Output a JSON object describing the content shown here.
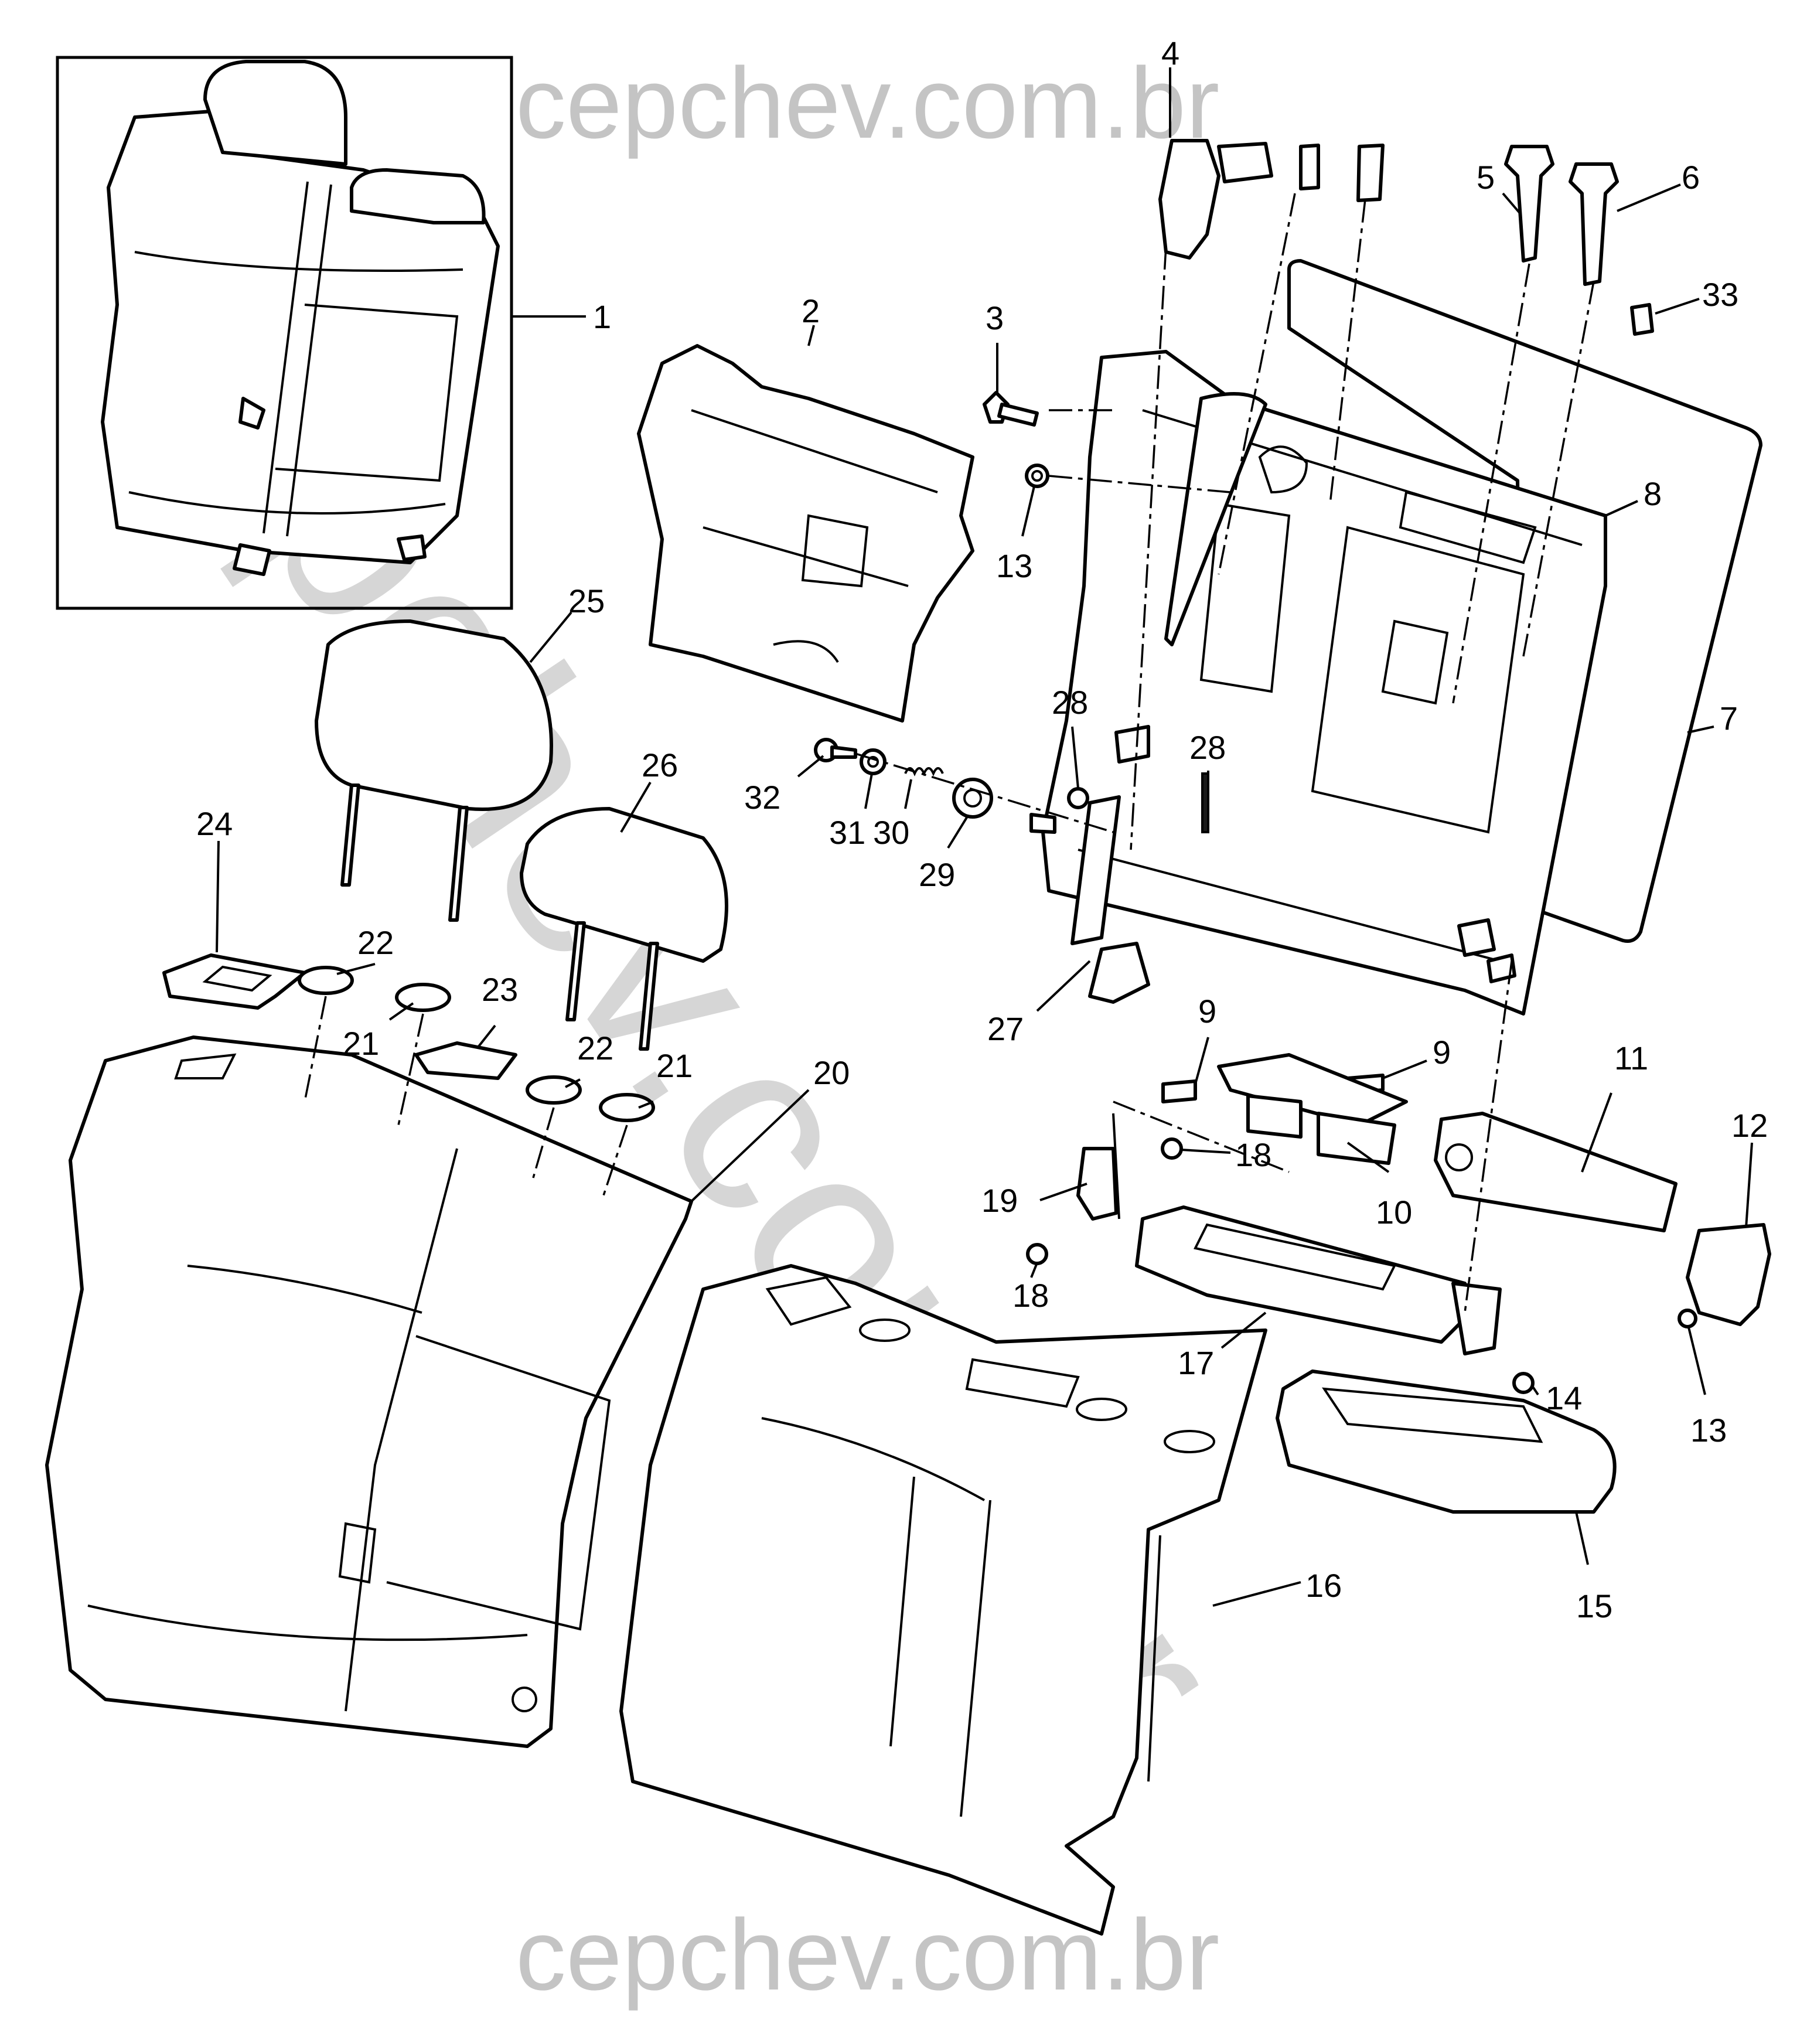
{
  "watermarks": {
    "top": "cepchev.com.br",
    "bottom": "cepchev.com.br",
    "diagonal": "cepchev.com.br"
  },
  "callouts": [
    "1",
    "2",
    "3",
    "4",
    "5",
    "6",
    "33",
    "13",
    "8",
    "7",
    "25",
    "28",
    "28",
    "26",
    "24",
    "32",
    "31",
    "30",
    "29",
    "22",
    "21",
    "23",
    "22",
    "21",
    "20",
    "27",
    "9",
    "9",
    "11",
    "12",
    "18",
    "10",
    "19",
    "18",
    "17",
    "14",
    "13",
    "15",
    "16"
  ],
  "colors": {
    "ink": "#000000",
    "watermark": "#c4c4c4",
    "background": "#ffffff"
  }
}
